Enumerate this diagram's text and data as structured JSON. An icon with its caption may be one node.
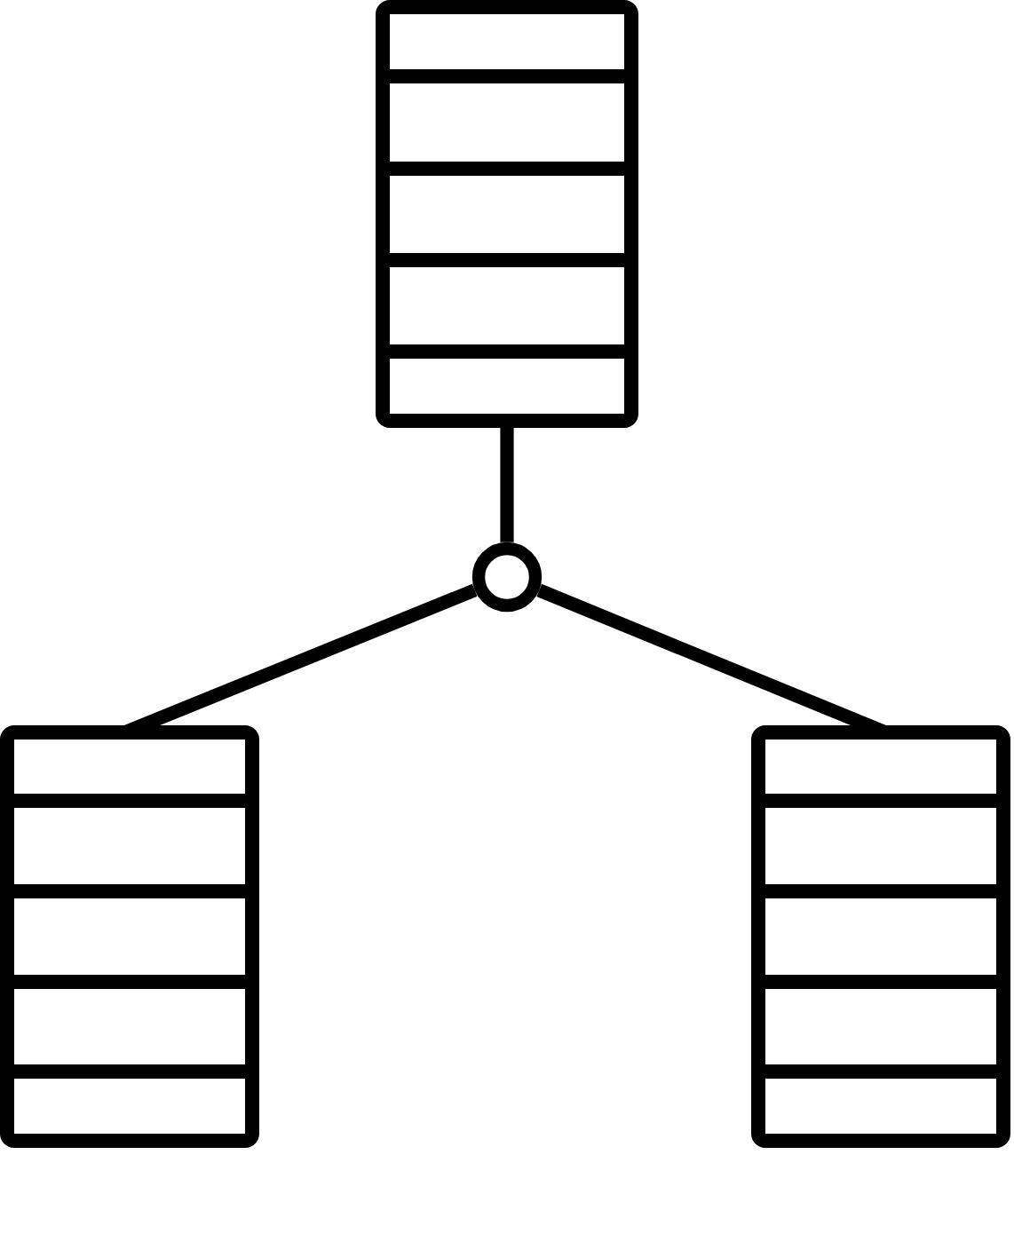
{
  "diagram": {
    "nodes": [
      {
        "text": [],
        "shape": "box"
      },
      {
        "text": [],
        "shape": "circle"
      },
      {
        "text": [],
        "shape": "box"
      },
      {
        "text": [],
        "shape": "box"
      }
    ],
    "edges": [
      {
        "from": 0,
        "to": 1,
        "arrow": "none"
      },
      {
        "from": 1,
        "to": 2,
        "arrow": "none"
      },
      {
        "from": 1,
        "to": 3,
        "arrow": "none"
      }
    ]
  }
}
